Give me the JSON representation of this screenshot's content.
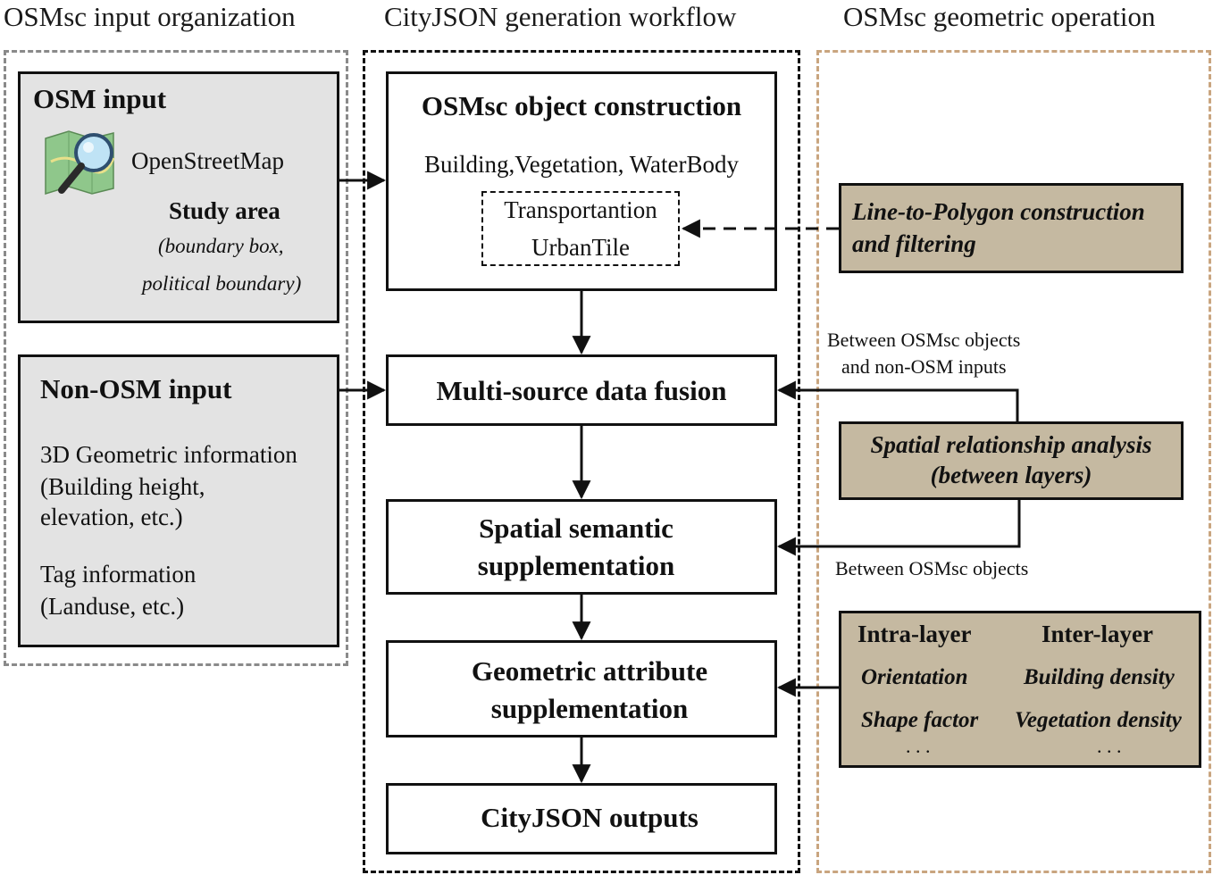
{
  "columns": {
    "input_title": "OSMsc input organization",
    "workflow_title": "CityJSON generation workflow",
    "geometric_title": "OSMsc geometric operation"
  },
  "osm_input": {
    "heading": "OSM input",
    "source": "OpenStreetMap",
    "study_area": "Study area",
    "study_area_detail_1": "(boundary box,",
    "study_area_detail_2": "political boundary)"
  },
  "non_osm_input": {
    "heading": "Non-OSM input",
    "line1": "3D Geometric information",
    "line2": "(Building height,",
    "line3": "elevation, etc.)",
    "line4": "Tag information",
    "line5": "(Landuse, etc.)"
  },
  "workflow": {
    "object_construction": {
      "title": "OSMsc object construction",
      "classes": "Building,Vegetation, WaterBody",
      "inner_1": "Transportantion",
      "inner_2": "UrbanTile"
    },
    "fusion": "Multi-source data fusion",
    "semantic_1": "Spatial semantic",
    "semantic_2": "supplementation",
    "geometric_1": "Geometric attribute",
    "geometric_2": "supplementation",
    "outputs": "CityJSON outputs"
  },
  "operations": {
    "line_polygon_1": "Line-to-Polygon construction",
    "line_polygon_2": "and filtering",
    "fusion_label_1": "Between OSMsc objects",
    "fusion_label_2": "and non-OSM inputs",
    "spatial_1": "Spatial relationship analysis",
    "spatial_2": "(between layers)",
    "semantic_label": "Between OSMsc objects",
    "intra_heading": "Intra-layer",
    "inter_heading": "Inter-layer",
    "intra_1": "Orientation",
    "intra_2": "Shape factor",
    "inter_1": "Building density",
    "inter_2": "Vegetation density",
    "ellipsis": ". . ."
  },
  "colors": {
    "gray_box": "#e3e3e3",
    "brown_box": "#c5b9a1",
    "left_panel_border": "#8a8a8a",
    "middle_panel_border": "#111111",
    "right_panel_border": "#c9a57f"
  },
  "icons": {
    "osm_logo": "osm-magnifier-map-icon"
  }
}
